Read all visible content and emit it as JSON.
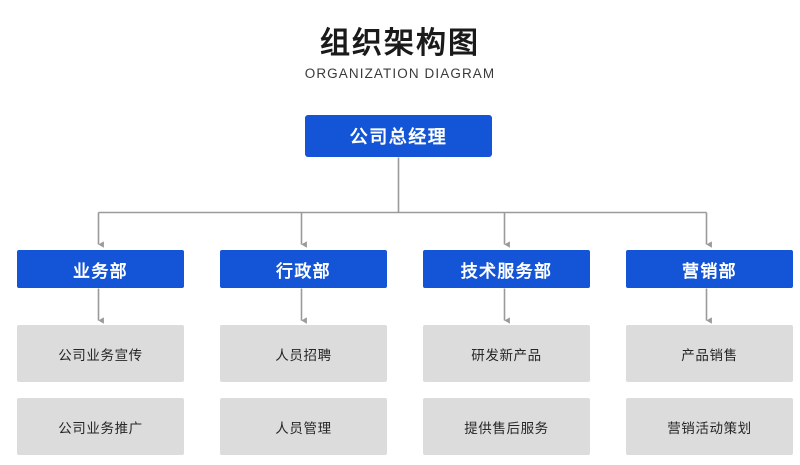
{
  "header": {
    "title": "组织架构图",
    "subtitle": "ORGANIZATION DIAGRAM"
  },
  "colors": {
    "node_blue": "#1355d6",
    "node_gray": "#dcdcdc",
    "connector": "#9a9a9a",
    "background": "#ffffff",
    "blue_text": "#ffffff",
    "gray_text": "#262626"
  },
  "root": {
    "label": "公司总经理"
  },
  "departments": [
    {
      "label": "业务部",
      "tasks": [
        {
          "label": "公司业务宣传"
        },
        {
          "label": "公司业务推广"
        }
      ]
    },
    {
      "label": "行政部",
      "tasks": [
        {
          "label": "人员招聘"
        },
        {
          "label": "人员管理"
        }
      ]
    },
    {
      "label": "技术服务部",
      "tasks": [
        {
          "label": "研发新产品"
        },
        {
          "label": "提供售后服务"
        }
      ]
    },
    {
      "label": "营销部",
      "tasks": [
        {
          "label": "产品销售"
        },
        {
          "label": "营销活动策划"
        }
      ]
    }
  ]
}
